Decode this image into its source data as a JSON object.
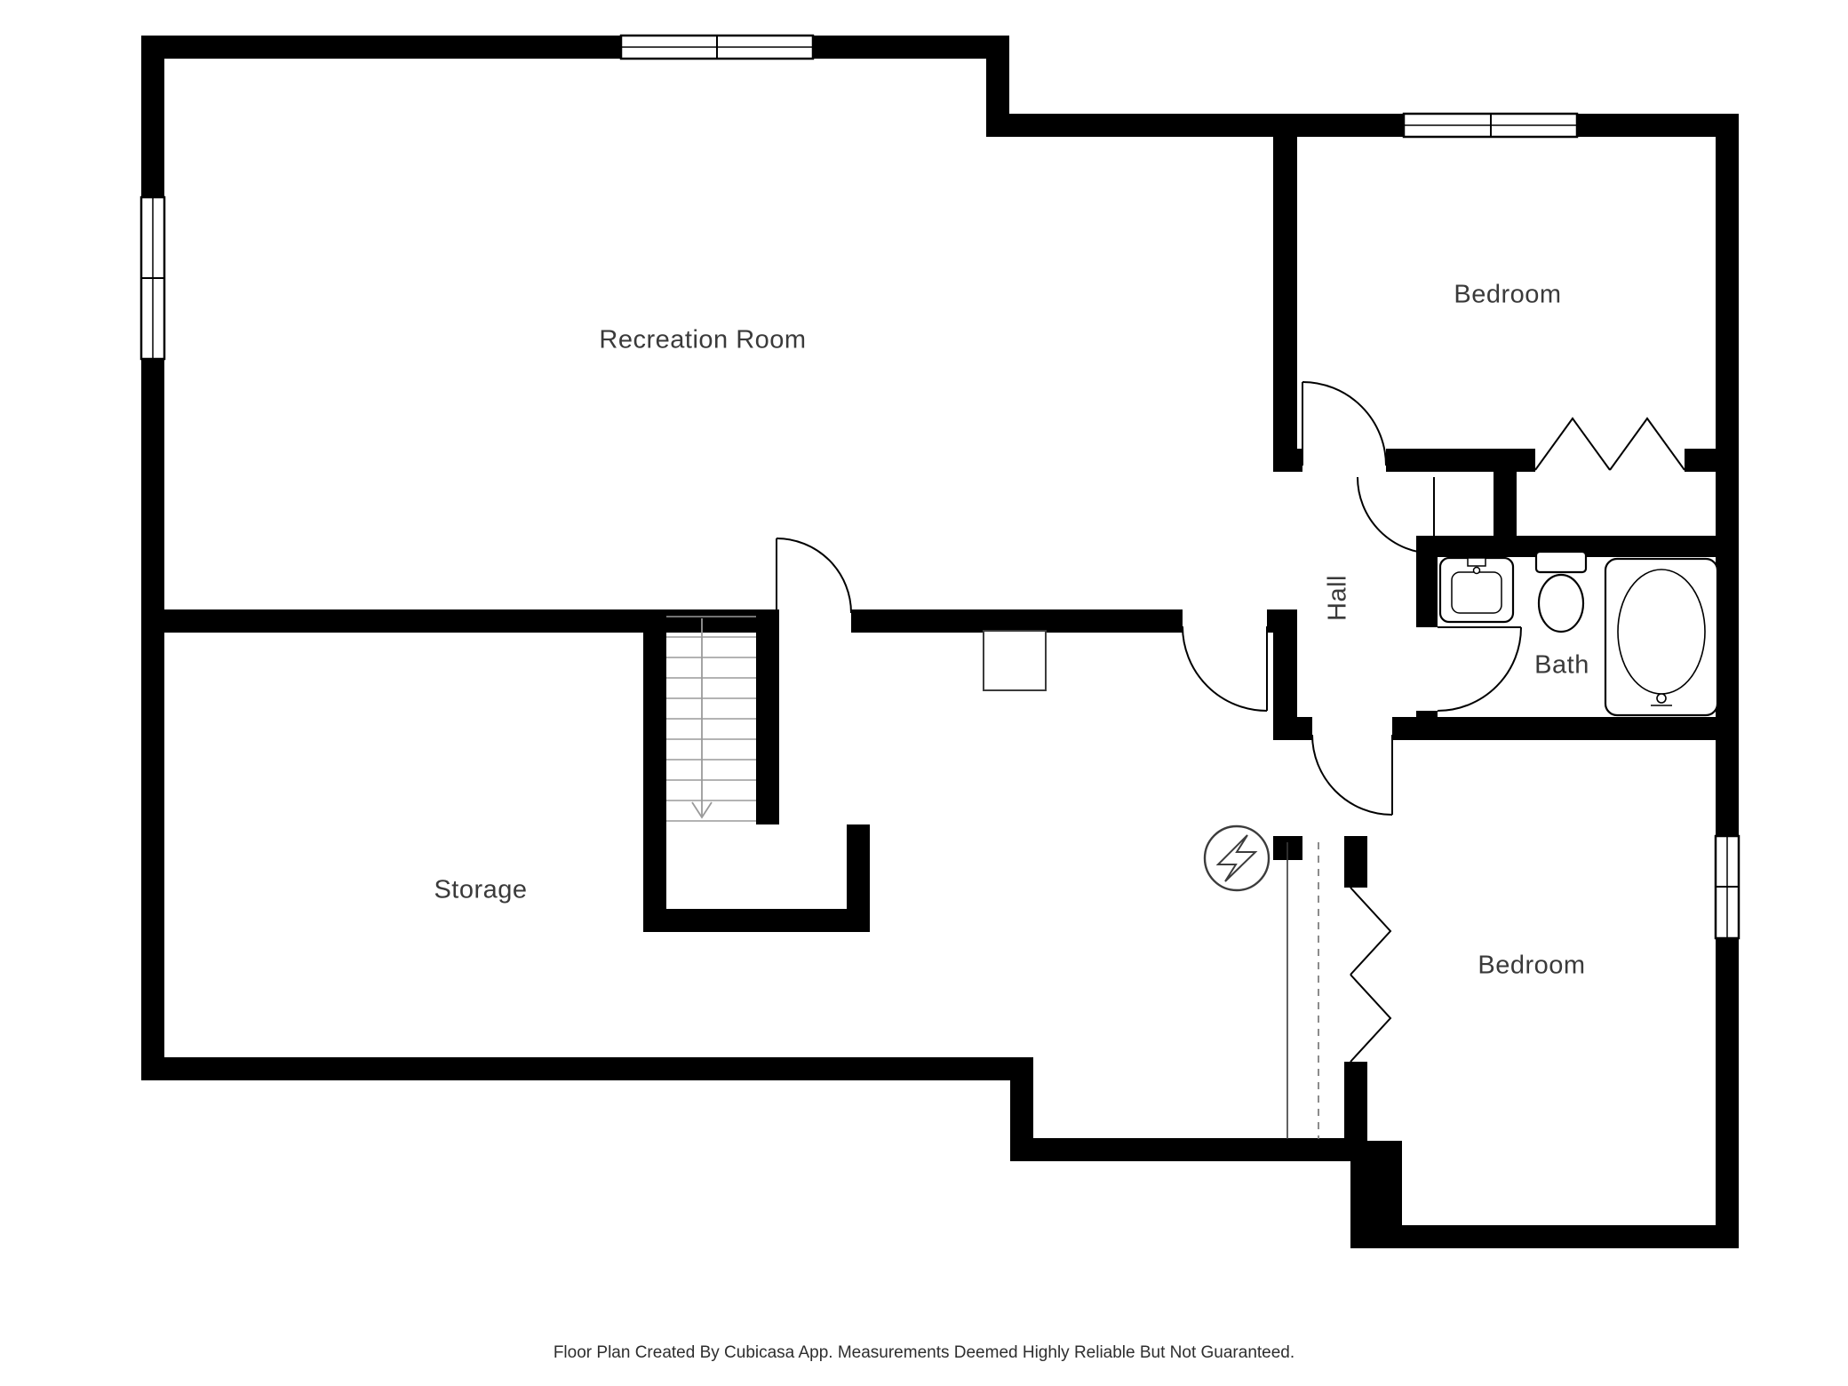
{
  "plan": {
    "rooms": {
      "recreation": {
        "label": "Recreation Room"
      },
      "bedroom_top": {
        "label": "Bedroom"
      },
      "hall": {
        "label": "Hall"
      },
      "bath": {
        "label": "Bath"
      },
      "storage": {
        "label": "Storage"
      },
      "bedroom_bottom": {
        "label": "Bedroom"
      }
    },
    "footer": "Floor Plan Created By Cubicasa App. Measurements Deemed Highly Reliable But Not Guaranteed.",
    "colors": {
      "wall": "#000000",
      "background": "#ffffff",
      "label_text": "#3a3a3a",
      "thin_line": "#8f8f8f"
    }
  }
}
